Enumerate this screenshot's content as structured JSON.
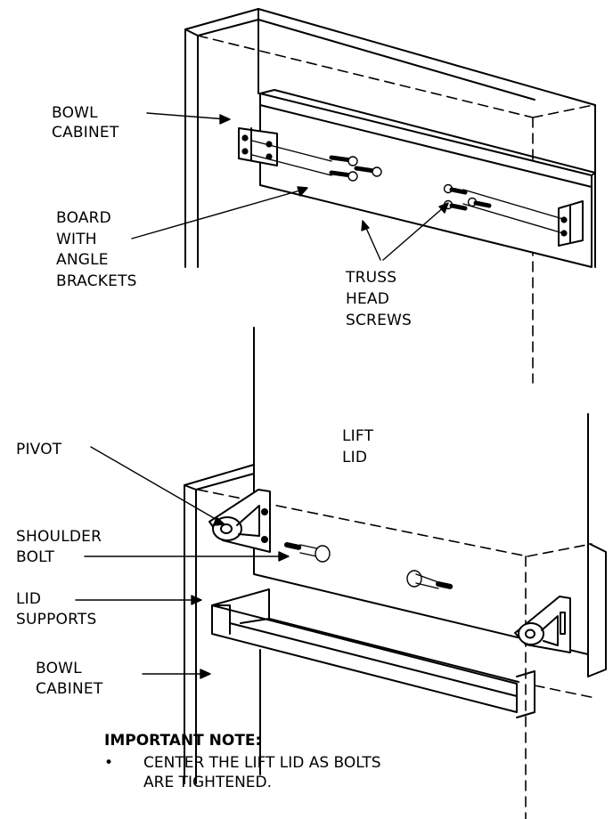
{
  "top_figure": {
    "labels": {
      "bowl_cabinet": [
        "BOWL",
        "CABINET"
      ],
      "board_with_angle_brackets": [
        "BOARD",
        "WITH",
        "ANGLE",
        "BRACKETS"
      ],
      "truss_head_screws": [
        "TRUSS",
        "HEAD",
        "SCREWS"
      ]
    }
  },
  "bottom_figure": {
    "labels": {
      "lift_lid": [
        "LIFT",
        "LID"
      ],
      "pivot": [
        "PIVOT"
      ],
      "shoulder_bolt": [
        "SHOULDER",
        "BOLT"
      ],
      "lid_supports": [
        "LID",
        "SUPPORTS"
      ],
      "bowl_cabinet": [
        "BOWL",
        "CABINET"
      ]
    }
  },
  "note": {
    "title": "IMPORTANT NOTE:",
    "bullet_symbol": "•",
    "bullet_text": "CENTER THE LIFT LID AS BOLTS ARE TIGHTENED."
  }
}
